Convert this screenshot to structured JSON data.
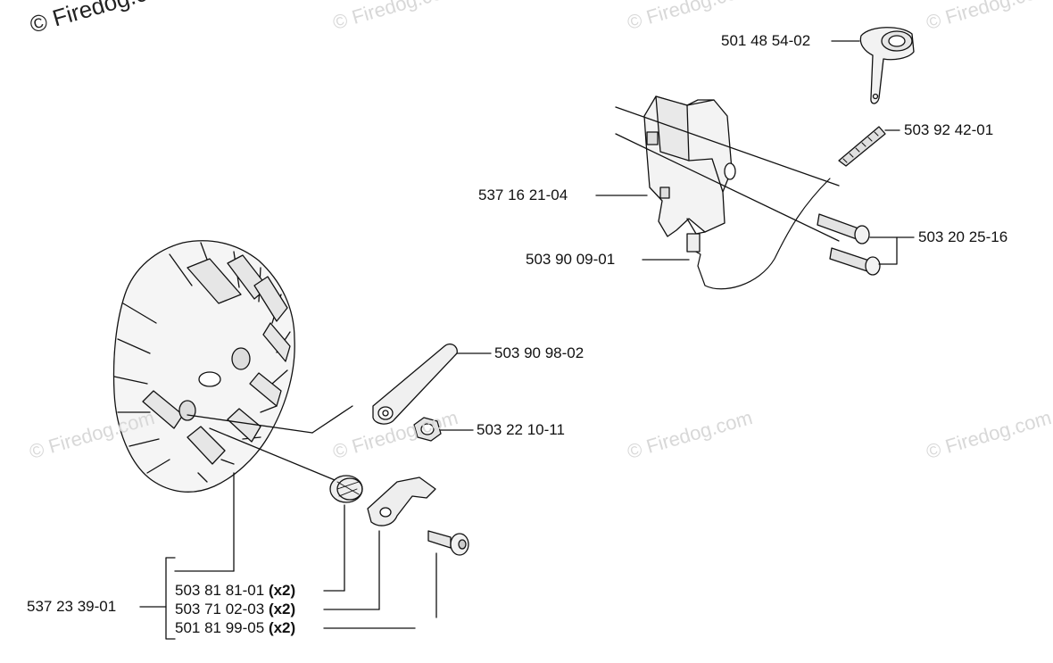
{
  "watermark": {
    "text": "© Firedog.com"
  },
  "parts": [
    {
      "id": "p1",
      "number": "501 48 54-02",
      "qty": ""
    },
    {
      "id": "p2",
      "number": "503 92 42-01",
      "qty": ""
    },
    {
      "id": "p3",
      "number": "537 16 21-04",
      "qty": ""
    },
    {
      "id": "p4",
      "number": "503 20 25-16",
      "qty": ""
    },
    {
      "id": "p5",
      "number": "503 90 09-01",
      "qty": ""
    },
    {
      "id": "p6",
      "number": "503 90 98-02",
      "qty": ""
    },
    {
      "id": "p7",
      "number": "503 22 10-11",
      "qty": ""
    },
    {
      "id": "p8",
      "number": "537 23 39-01",
      "qty": ""
    },
    {
      "id": "p9",
      "number": "503 81 81-01",
      "qty": "(x2)"
    },
    {
      "id": "p10",
      "number": "503 71 02-03",
      "qty": "(x2)"
    },
    {
      "id": "p11",
      "number": "501 81 99-05",
      "qty": "(x2)"
    }
  ]
}
